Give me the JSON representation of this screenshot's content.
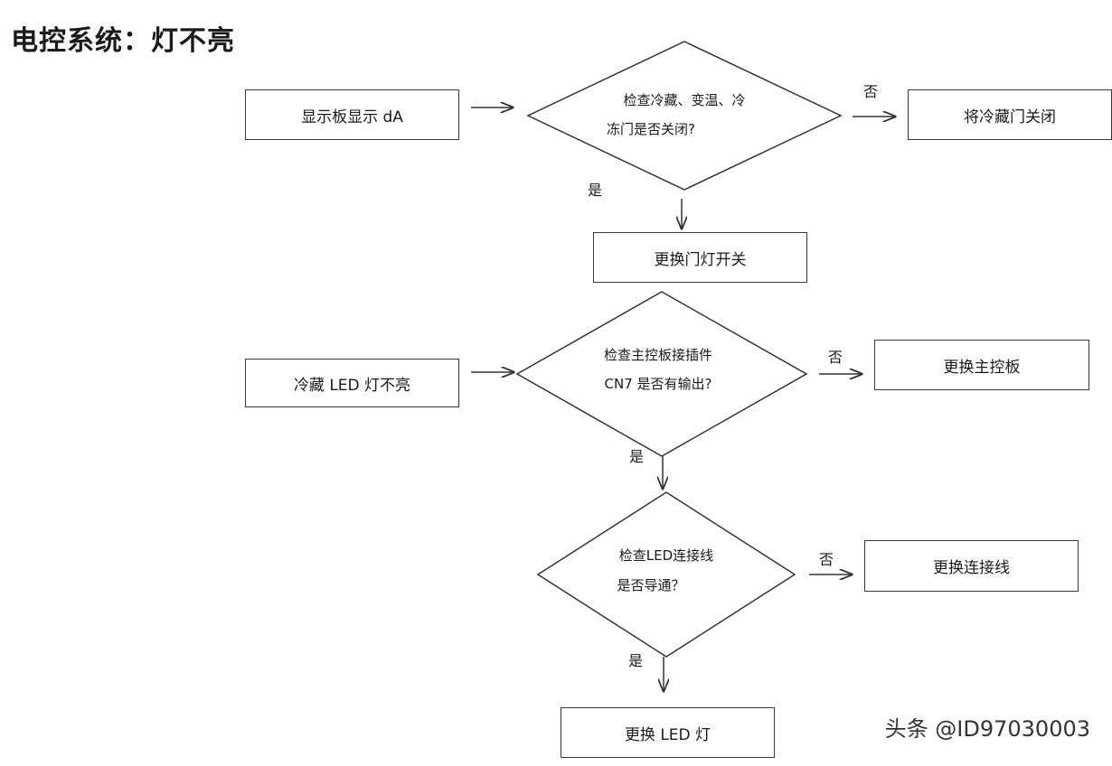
{
  "title": "电控系统：灯不亮",
  "flow1": {
    "start": "显示板显示 dA",
    "decision_line1": "检查冷藏、变温、冷",
    "decision_line2": "冻门是否关闭?",
    "no_label": "否",
    "no_action": "将冷藏门关闭",
    "yes_label": "是",
    "yes_action": "更换门灯开关"
  },
  "flow2": {
    "start": "冷藏 LED 灯不亮",
    "decision1_line1": "检查主控板接插件",
    "decision1_line2": "CN7 是否有输出?",
    "no1_label": "否",
    "no1_action": "更换主控板",
    "yes1_label": "是",
    "decision2_line1": "检查LED连接线",
    "decision2_line2": "是否导通？",
    "no2_label": "否",
    "no2_action": "更换连接线",
    "yes2_label": "是",
    "yes2_action": "更换 LED 灯"
  },
  "watermark": "头条 @ID97030003"
}
